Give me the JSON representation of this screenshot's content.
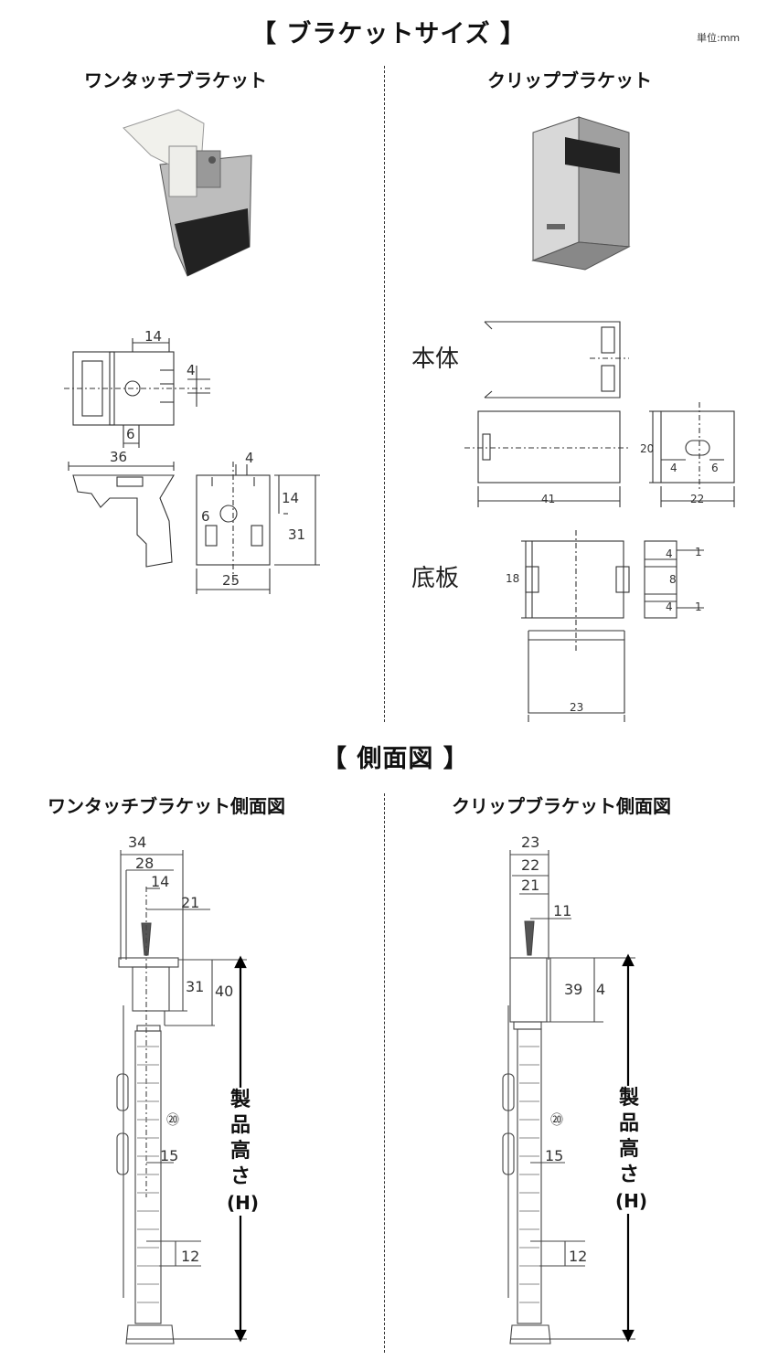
{
  "headers": {
    "section1": "【 ブラケットサイズ 】",
    "unit": "単位:mm",
    "section2": "【 側面図 】"
  },
  "left": {
    "title": "ワンタッチブラケット",
    "dims": {
      "top_w": "14",
      "top_h": "4",
      "top_b": "6",
      "side_w": "36",
      "front_top": "4",
      "front_h": "14",
      "front_hole": "6",
      "front_total": "31",
      "front_w": "25"
    }
  },
  "right": {
    "title": "クリップブラケット",
    "label_body": "本体",
    "label_bottom": "底板",
    "dims": {
      "len": "41",
      "h": "20",
      "hole_l": "4",
      "hole_r": "6",
      "w": "22",
      "b_h": "18",
      "b_w": "23",
      "s1": "4",
      "s1b": "1",
      "s2": "8",
      "s3": "4",
      "s3b": "1"
    }
  },
  "side_left": {
    "title": "ワンタッチブラケット側面図",
    "dims": [
      "34",
      "28",
      "14",
      "21",
      "31",
      "40",
      "15",
      "12"
    ],
    "mark": "⑳",
    "height_label": [
      "製",
      "品",
      "高",
      "さ",
      "(H)"
    ]
  },
  "side_right": {
    "title": "クリップブラケット側面図",
    "dims": [
      "23",
      "22",
      "21",
      "11",
      "39",
      "4",
      "15",
      "12"
    ],
    "mark": "⑳",
    "height_label": [
      "製",
      "品",
      "高",
      "さ",
      "(H)"
    ]
  },
  "colors": {
    "line": "#333333",
    "dim": "#555555",
    "rail": "#777777"
  }
}
